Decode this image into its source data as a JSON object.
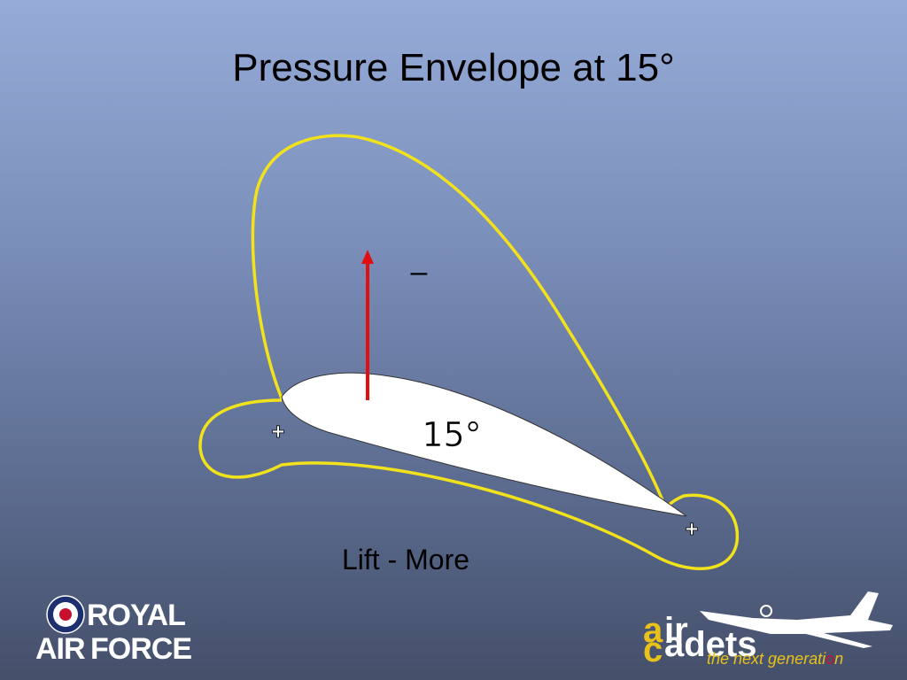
{
  "title": "Pressure Envelope at 15°",
  "labels": {
    "minus": "–",
    "plus_left": "+",
    "plus_right": "+",
    "angle": "15°",
    "caption": "Lift - More"
  },
  "logos": {
    "raf_line1": "ROYAL",
    "raf_line2_a": "AIR",
    "raf_line2_b": "FORCE",
    "ac_air_a": "a",
    "ac_air_rest": "ir",
    "ac_cadets_c": "c",
    "ac_cadets_rest": "adets",
    "ac_tagline_prefix": "the next generati",
    "ac_tagline_o": "o",
    "ac_tagline_suffix": "n"
  },
  "colors": {
    "envelope": "#f2e21c",
    "lift_arrow": "#e01010",
    "airfoil": "#ffffff",
    "brand_yellow": "#e8c21a"
  },
  "icons": [
    "roundel-icon",
    "aircraft-icon"
  ]
}
